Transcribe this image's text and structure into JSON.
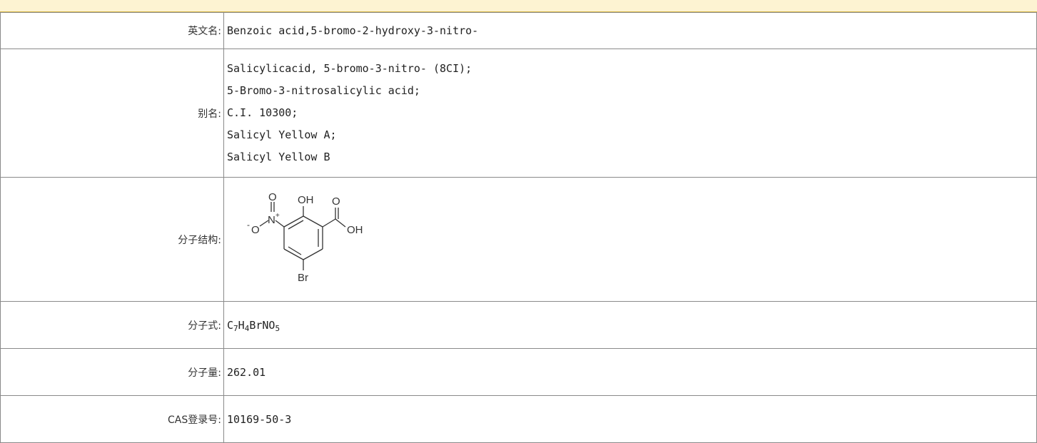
{
  "rows": {
    "english_name": {
      "label": "英文名:",
      "value": "Benzoic acid,5-bromo-2-hydroxy-3-nitro-"
    },
    "aliases": {
      "label": "别名:",
      "items": [
        "Salicylicacid, 5-bromo-3-nitro- (8CI);",
        "5-Bromo-3-nitrosalicylic acid;",
        "C.I. 10300;",
        "Salicyl Yellow A;",
        "Salicyl Yellow B"
      ]
    },
    "structure": {
      "label": "分子结构:",
      "atoms": {
        "o_top": "O",
        "oh_top": "OH",
        "o_acid": "O",
        "oh_acid": "OH",
        "n_plus": "N",
        "plus": "+",
        "o_minus": "O",
        "minus": "-",
        "br": "Br"
      }
    },
    "formula": {
      "label": "分子式:",
      "parts": [
        "C",
        "7",
        "H",
        "4",
        "BrNO",
        "5"
      ]
    },
    "molecular_weight": {
      "label": "分子量:",
      "value": "262.01"
    },
    "cas": {
      "label": "CAS登录号:",
      "value": "10169-50-3"
    }
  }
}
